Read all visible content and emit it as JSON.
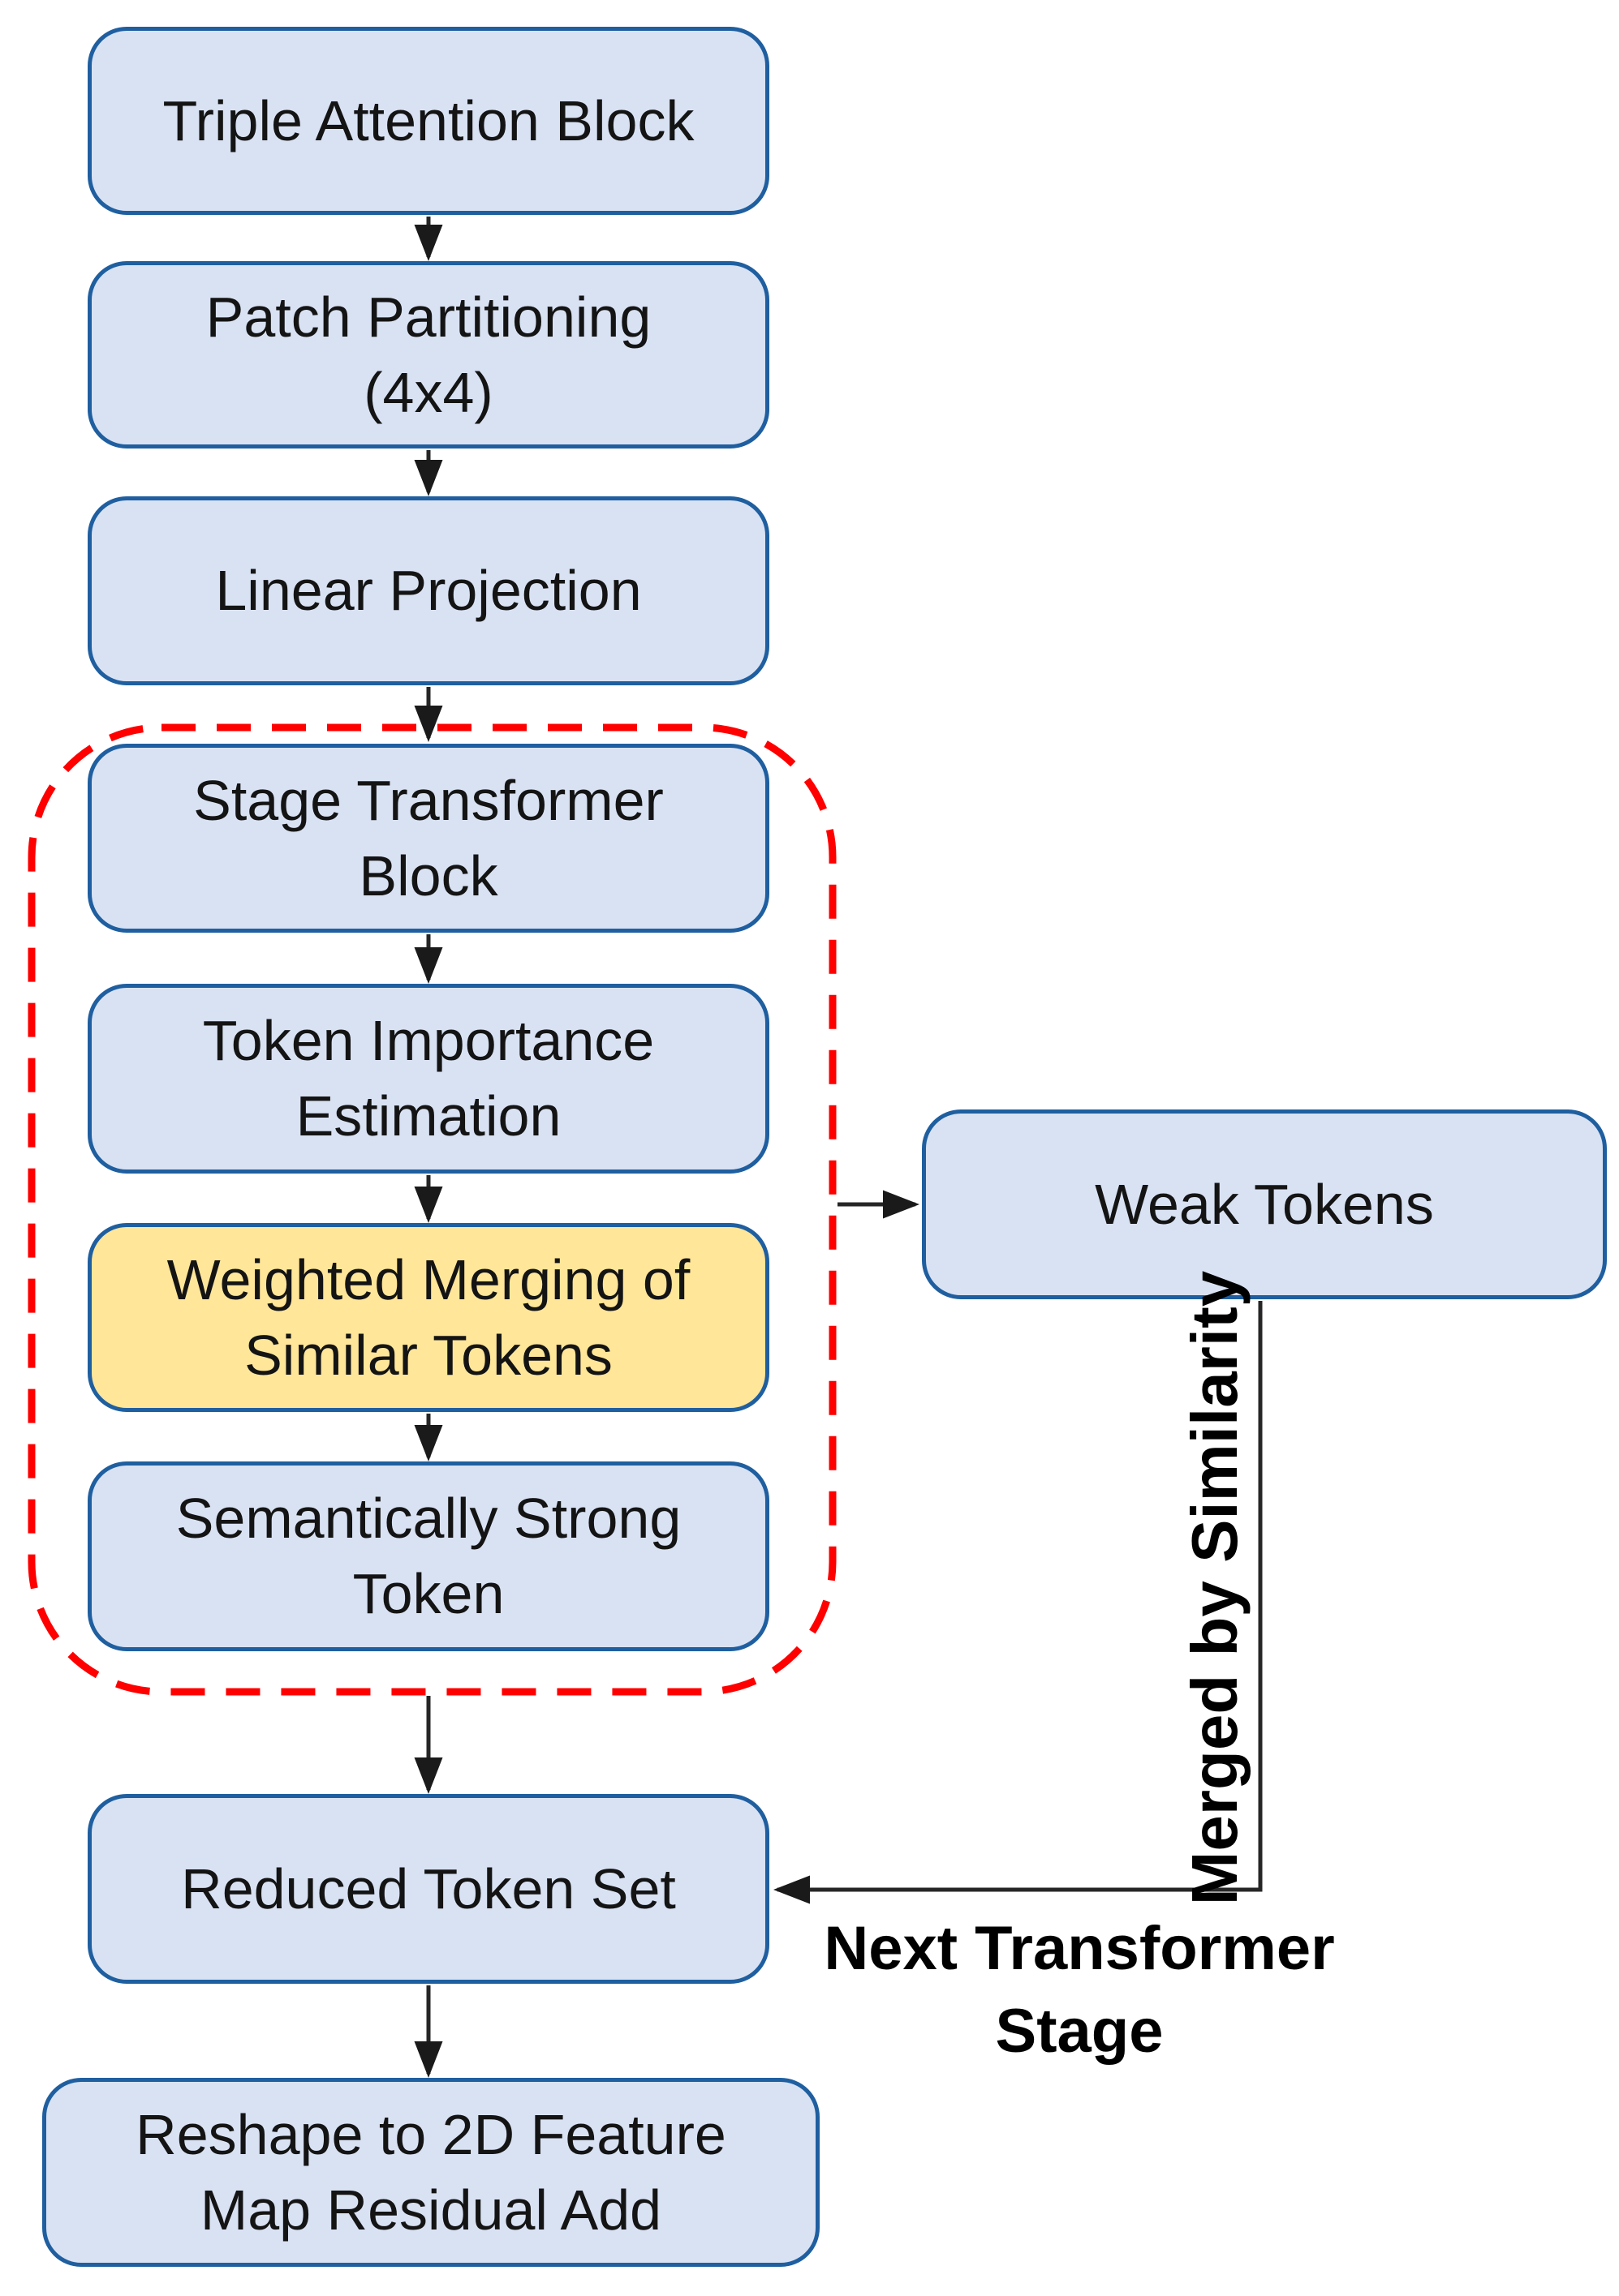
{
  "diagram": {
    "type": "flowchart",
    "colors": {
      "node_fill": "#d9e2f3",
      "node_border": "#1f5fa0",
      "highlight_fill": "#ffe699",
      "stage_outline": "#fe0000",
      "connector": "#262626",
      "text": "#141414"
    },
    "nodes": {
      "triple_attention_block": {
        "label": "Triple Attention Block"
      },
      "patch_partitioning": {
        "lines": [
          "Patch Partitioning",
          "(4x4)"
        ]
      },
      "linear_projection": {
        "label": "Linear Projection"
      },
      "stage_transformer_block": {
        "lines": [
          "Stage Transformer",
          "Block"
        ]
      },
      "token_importance_estimation": {
        "lines": [
          "Token Importance",
          "Estimation"
        ]
      },
      "weighted_merging_of_similar_tokens": {
        "lines": [
          "Weighted Merging of",
          "Similar Tokens"
        ]
      },
      "semantically_strong_token": {
        "lines": [
          "Semantically Strong",
          "Token"
        ]
      },
      "weak_tokens": {
        "label": "Weak Tokens"
      },
      "reduced_token_set": {
        "label": "Reduced Token Set"
      },
      "reshape_to_2d_feature_map_residual_add": {
        "lines": [
          "Reshape to 2D Feature",
          "Map Residual Add"
        ]
      }
    },
    "edge_labels": {
      "merged_by_similarity": "Merged by Similarity",
      "next_transformer_stage": {
        "lines": [
          "Next Transformer",
          "Stage"
        ]
      }
    }
  }
}
